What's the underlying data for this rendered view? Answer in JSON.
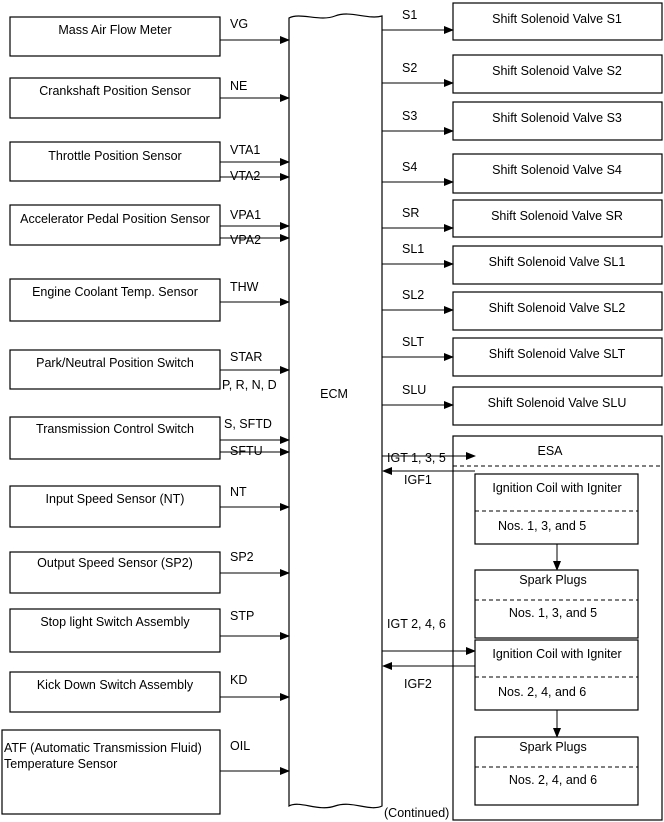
{
  "inputs": [
    {
      "label": "Mass  Air Flow Meter",
      "signals": [
        "VG"
      ]
    },
    {
      "label": "Crankshaft Position Sensor",
      "signals": [
        "NE"
      ]
    },
    {
      "label": "Throttle Position Sensor",
      "signals": [
        "VTA1",
        "VTA2"
      ]
    },
    {
      "label": "Accelerator Pedal Position Sensor",
      "signals": [
        "VPA1",
        "VPA2"
      ]
    },
    {
      "label": "Engine Coolant Temp. Sensor",
      "signals": [
        "THW"
      ]
    },
    {
      "label": "Park/Neutral Position Switch",
      "signals": [
        "STAR",
        "P, R, N, D"
      ]
    },
    {
      "label": "Transmission Control Switch",
      "signals": [
        "S, SFTD",
        "SFTU"
      ]
    },
    {
      "label": "Input Speed Sensor (NT)",
      "signals": [
        "NT"
      ]
    },
    {
      "label": "Output Speed Sensor (SP2)",
      "signals": [
        "SP2"
      ]
    },
    {
      "label": "Stop light Switch Assembly",
      "signals": [
        "STP"
      ]
    },
    {
      "label": "Kick Down Switch Assembly",
      "signals": [
        "KD"
      ]
    },
    {
      "label": [
        "ATF (Automatic Transmission Fluid)",
        "Temperature Sensor"
      ],
      "signals": [
        "OIL"
      ]
    }
  ],
  "ecm": {
    "label": "ECM"
  },
  "outputs": [
    {
      "signal": "S1",
      "label": "Shift Solenoid Valve S1"
    },
    {
      "signal": "S2",
      "label": "Shift Solenoid Valve S2"
    },
    {
      "signal": "S3",
      "label": "Shift Solenoid Valve S3"
    },
    {
      "signal": "S4",
      "label": "Shift Solenoid Valve S4"
    },
    {
      "signal": "SR",
      "label": "Shift Solenoid Valve SR"
    },
    {
      "signal": "SL1",
      "label": "Shift Solenoid Valve SL1"
    },
    {
      "signal": "SL2",
      "label": "Shift Solenoid Valve SL2"
    },
    {
      "signal": "SLT",
      "label": "Shift Solenoid Valve SLT"
    },
    {
      "signal": "SLU",
      "label": "Shift Solenoid Valve SLU"
    }
  ],
  "esa": {
    "title": "ESA",
    "groups": [
      {
        "igt": "IGT 1, 3, 5",
        "igf": "IGF1",
        "coil": "Ignition Coil with Igniter",
        "coil_nos": "Nos. 1, 3, and 5",
        "plugs": "Spark Plugs",
        "plug_nos": "Nos. 1, 3, and 5"
      },
      {
        "igt": "IGT 2, 4, 6",
        "igf": "IGF2",
        "coil": "Ignition Coil with Igniter",
        "coil_nos": "Nos. 2, 4, and 6",
        "plugs": "Spark Plugs",
        "plug_nos": "Nos. 2, 4, and 6"
      }
    ]
  },
  "continued": "(Continued)"
}
